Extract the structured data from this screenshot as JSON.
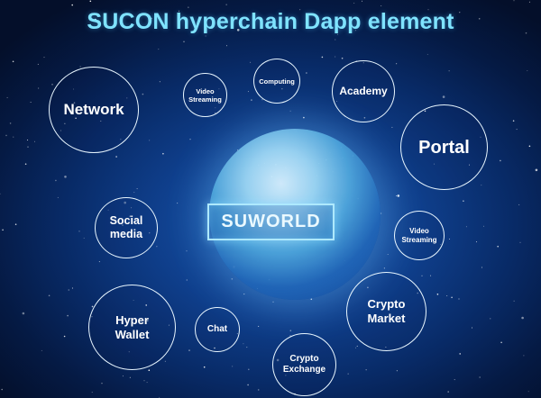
{
  "title": "SUCON hyperchain Dapp element",
  "center": {
    "label": "SUWORLD"
  },
  "nodes": [
    {
      "label": "Network"
    },
    {
      "label": "Video\nStreaming"
    },
    {
      "label": "Computing"
    },
    {
      "label": "Academy"
    },
    {
      "label": "Portal"
    },
    {
      "label": "Social\nmedia"
    },
    {
      "label": "Video\nStreaming"
    },
    {
      "label": "Crypto\nMarket"
    },
    {
      "label": "Hyper\nWallet"
    },
    {
      "label": "Chat"
    },
    {
      "label": "Crypto\nExchange"
    }
  ],
  "colors": {
    "title": "#7fe3ff",
    "circle": "#e8f6ff",
    "background": "#082a66"
  }
}
